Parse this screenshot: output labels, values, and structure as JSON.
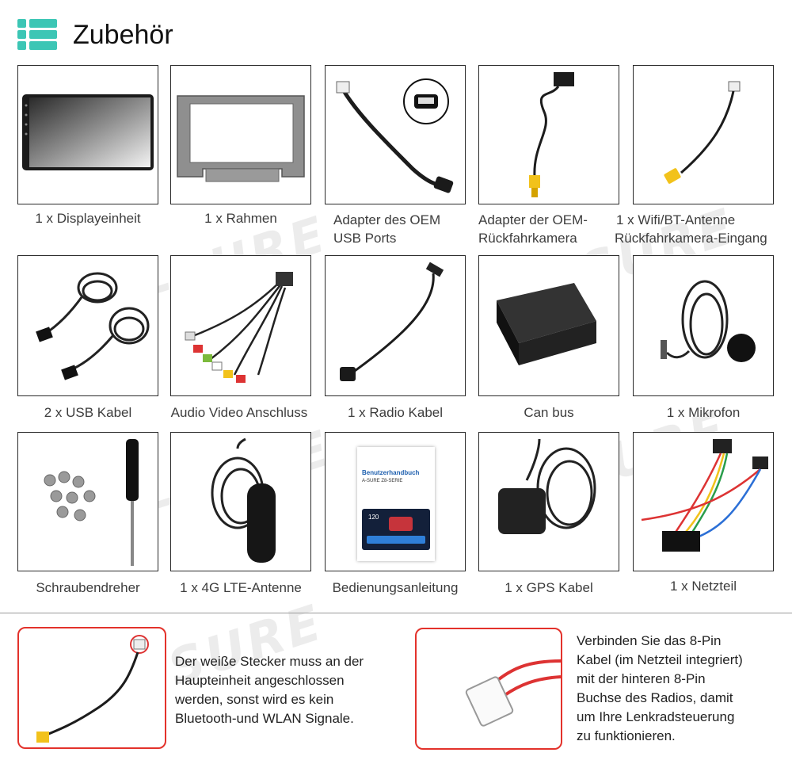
{
  "header": {
    "title": "Zubehör",
    "icon": "list-menu-icon",
    "accent": "#3cc6b5"
  },
  "watermark": "A-SURE",
  "items": [
    {
      "lines": [
        "1 x Displayeinheit"
      ],
      "icon": "display-unit"
    },
    {
      "lines": [
        "1 x Rahmen"
      ],
      "icon": "frame"
    },
    {
      "lines": [
        "Adapter des OEM",
        "USB Ports"
      ],
      "icon": "oem-usb-adapter"
    },
    {
      "lines": [
        "Adapter der OEM-",
        "Rückfahrkamera"
      ],
      "icon": "oem-camera-adapter"
    },
    {
      "lines": [
        "1 x Wifi/BT-Antenne",
        "Rückfahrkamera-Eingang"
      ],
      "icon": "wifi-bt-antenna"
    },
    {
      "lines": [
        "2 x USB Kabel"
      ],
      "icon": "usb-cable"
    },
    {
      "lines": [
        "Audio Video Anschluss"
      ],
      "icon": "audio-video-harness"
    },
    {
      "lines": [
        "1 x Radio Kabel"
      ],
      "icon": "radio-cable"
    },
    {
      "lines": [
        "Can bus"
      ],
      "icon": "canbus-box"
    },
    {
      "lines": [
        "1 x Mikrofon"
      ],
      "icon": "microphone"
    },
    {
      "lines": [
        "Schraubendreher"
      ],
      "icon": "screwdriver"
    },
    {
      "lines": [
        "1 x 4G LTE-Antenne"
      ],
      "icon": "lte-antenna"
    },
    {
      "lines": [
        "Bedienungsanleitung"
      ],
      "icon": "manual"
    },
    {
      "lines": [
        "1 x GPS Kabel"
      ],
      "icon": "gps-antenna"
    },
    {
      "lines": [
        "1 x Netzteil"
      ],
      "icon": "power-harness"
    }
  ],
  "manual": {
    "title": "Benutzerhandbuch",
    "subtitle": "A-SURE Z8-SERIE",
    "badge": "120"
  },
  "notes": [
    {
      "lines": [
        "Der weiße Stecker muss an der",
        "Haupteinheit angeschlossen",
        "werden, sonst wird es kein",
        "Bluetooth-und WLAN Signale."
      ]
    },
    {
      "lines": [
        "Verbinden Sie das 8-Pin",
        "Kabel (im Netzteil integriert)",
        "mit der hinteren 8-Pin",
        "Buchse des Radios, damit",
        "um Ihre Lenkradsteuerung",
        "zu funktionieren."
      ]
    }
  ],
  "colors": {
    "note_border": "#e3322b",
    "tile_border": "#2a2a2a",
    "connector_yellow": "#f2c21b"
  }
}
